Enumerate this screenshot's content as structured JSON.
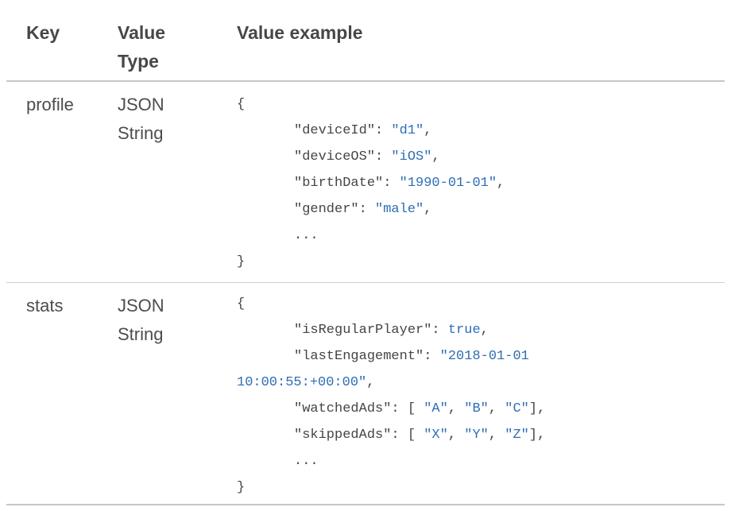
{
  "colors": {
    "header_text": "#474747",
    "body_text": "#4d4d4d",
    "code_default": "#454545",
    "code_value_blue": "#2e6eb4",
    "divider_strong": "#c7c7c7",
    "divider_light": "#d0d0d0",
    "background": "#ffffff"
  },
  "table": {
    "headers": [
      "Key",
      "Value Type",
      "Value example"
    ],
    "rows": [
      {
        "key": "profile",
        "value_type": "JSON String",
        "code": [
          {
            "indent": 0,
            "segments": [
              {
                "t": "{",
                "c": "d"
              }
            ]
          },
          {
            "indent": 1,
            "segments": [
              {
                "t": "″deviceId″: ",
                "c": "d"
              },
              {
                "t": "″d1″",
                "c": "v"
              },
              {
                "t": ",",
                "c": "d"
              }
            ]
          },
          {
            "indent": 1,
            "segments": [
              {
                "t": "″deviceOS″: ",
                "c": "d"
              },
              {
                "t": "″iOS″",
                "c": "v"
              },
              {
                "t": ",",
                "c": "d"
              }
            ]
          },
          {
            "indent": 1,
            "segments": [
              {
                "t": "″birthDate″: ",
                "c": "d"
              },
              {
                "t": "″1990-01-01″",
                "c": "v"
              },
              {
                "t": ",",
                "c": "d"
              }
            ]
          },
          {
            "indent": 1,
            "segments": [
              {
                "t": "″gender″: ",
                "c": "d"
              },
              {
                "t": "″male″",
                "c": "v"
              },
              {
                "t": ",",
                "c": "d"
              }
            ]
          },
          {
            "indent": 1,
            "segments": [
              {
                "t": "...",
                "c": "d"
              }
            ]
          },
          {
            "indent": 0,
            "segments": [
              {
                "t": "}",
                "c": "d"
              }
            ]
          }
        ]
      },
      {
        "key": "stats",
        "value_type": "JSON String",
        "code": [
          {
            "indent": 0,
            "segments": [
              {
                "t": "{",
                "c": "d"
              }
            ]
          },
          {
            "indent": 1,
            "segments": [
              {
                "t": "″isRegularPlayer″: ",
                "c": "d"
              },
              {
                "t": "true",
                "c": "v"
              },
              {
                "t": ",",
                "c": "d"
              }
            ]
          },
          {
            "indent": 1,
            "segments": [
              {
                "t": "″lastEngagement″: ",
                "c": "d"
              },
              {
                "t": "″2018-01-01",
                "c": "v"
              }
            ]
          },
          {
            "indent": 0,
            "segments": [
              {
                "t": "10:00:55:+00:00″",
                "c": "v"
              },
              {
                "t": ",",
                "c": "d"
              }
            ]
          },
          {
            "indent": 1,
            "segments": [
              {
                "t": "″watchedAds″: [ ",
                "c": "d"
              },
              {
                "t": "″A″",
                "c": "v"
              },
              {
                "t": ", ",
                "c": "d"
              },
              {
                "t": "″B″",
                "c": "v"
              },
              {
                "t": ", ",
                "c": "d"
              },
              {
                "t": "″C″",
                "c": "v"
              },
              {
                "t": "],",
                "c": "d"
              }
            ]
          },
          {
            "indent": 1,
            "segments": [
              {
                "t": "″skippedAds″: [ ",
                "c": "d"
              },
              {
                "t": "″X″",
                "c": "v"
              },
              {
                "t": ", ",
                "c": "d"
              },
              {
                "t": "″Y″",
                "c": "v"
              },
              {
                "t": ", ",
                "c": "d"
              },
              {
                "t": "″Z″",
                "c": "v"
              },
              {
                "t": "],",
                "c": "d"
              }
            ]
          },
          {
            "indent": 1,
            "segments": [
              {
                "t": "...",
                "c": "d"
              }
            ]
          },
          {
            "indent": 0,
            "segments": [
              {
                "t": "}",
                "c": "d"
              }
            ]
          }
        ]
      }
    ]
  }
}
